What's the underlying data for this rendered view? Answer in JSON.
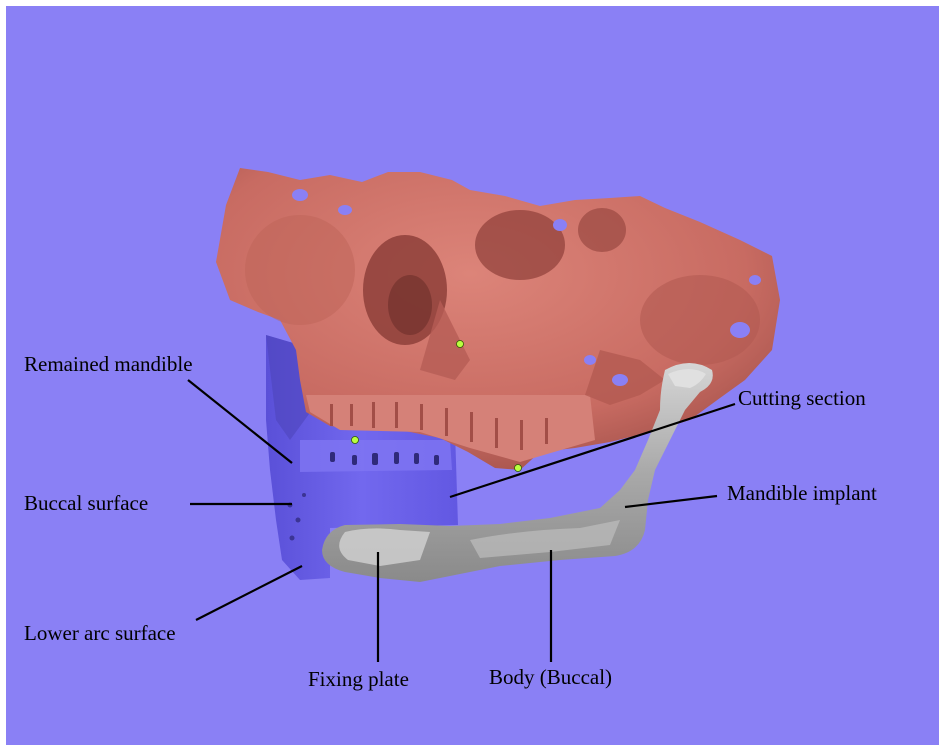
{
  "colors": {
    "background": "#8a80f5",
    "frame": "#ffffff",
    "skull": "#d0766d",
    "skull_shadow": "#8e3f39",
    "mandible": "#6d62ea",
    "mandible_shadow": "#4c43b8",
    "implant": "#a7a7a7",
    "implant_light": "#d2d2d2",
    "marker": "#b9ff40"
  },
  "labels": {
    "remained_mandible": "Remained mandible",
    "cutting_section": "Cutting section",
    "buccal_surface": "Buccal surface",
    "mandible_implant": "Mandible implant",
    "lower_arc_surface": "Lower arc surface",
    "fixing_plate": "Fixing plate",
    "body_buccal": "Body (Buccal)"
  }
}
